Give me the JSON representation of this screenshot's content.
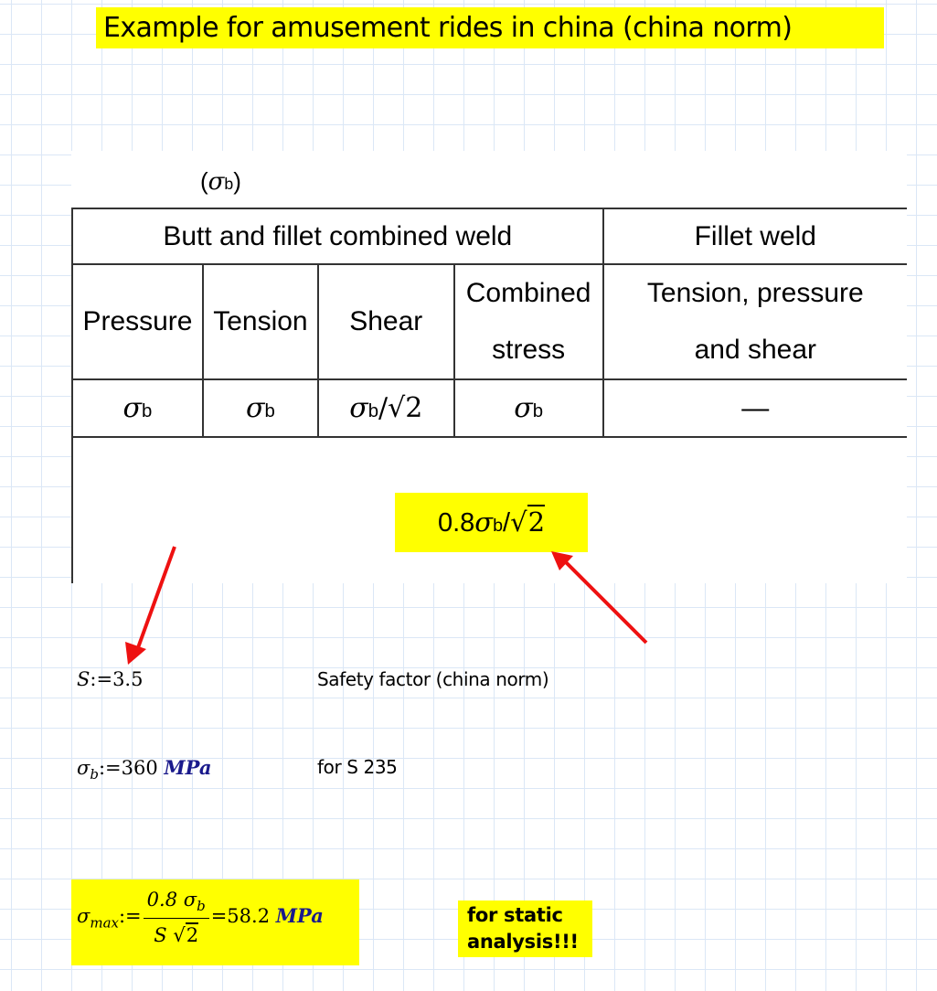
{
  "title": "Example for amusement rides in china (china norm)",
  "table_image": {
    "caption": {
      "symbol": "σ",
      "subscript": "b",
      "text": "(σb)"
    },
    "group_headers": [
      {
        "label": "Butt and fillet combined weld",
        "colspan": 4
      },
      {
        "label": "Fillet weld",
        "colspan": 1
      }
    ],
    "column_headers": [
      {
        "line1": "Pressure",
        "line2": ""
      },
      {
        "line1": "Tension",
        "line2": ""
      },
      {
        "line1": "Shear",
        "line2": ""
      },
      {
        "line1": "Combined",
        "line2": "stress"
      },
      {
        "line1": "Tension, pressure",
        "line2": "and shear"
      }
    ],
    "values": [
      {
        "symbol": "σ",
        "sub": "b",
        "suffix": ""
      },
      {
        "symbol": "σ",
        "sub": "b",
        "suffix": ""
      },
      {
        "symbol": "σ",
        "sub": "b",
        "suffix": "/√2"
      },
      {
        "symbol": "σ",
        "sub": "b",
        "suffix": ""
      },
      {
        "dash": "—"
      }
    ],
    "highlighted_formula": {
      "prefix": "0.8",
      "symbol": "σ",
      "sub": "b",
      "suffix": "/",
      "radical": "2"
    }
  },
  "definitions": [
    {
      "lhs": "S",
      "assign": ":=",
      "value": "3.5",
      "unit": "",
      "note": "Safety factor (china norm)"
    },
    {
      "lhs": "σ",
      "lhs_sub": "b",
      "assign": ":=",
      "value": "360",
      "unit": "MPa",
      "note": "for S 235"
    }
  ],
  "result": {
    "lhs": "σ",
    "lhs_sub": "max",
    "assign": ":=",
    "numerator": "0.8 σ",
    "numerator_sub": "b",
    "denominator": "S",
    "denominator_radical": "2",
    "equals": "=",
    "value": "58.2",
    "unit": "MPa"
  },
  "callout": {
    "line1": "for static",
    "line2": "analysis!!!"
  },
  "colors": {
    "highlight": "#ffff00",
    "arrow": "#ee1111",
    "unit": "#1a1a8c",
    "grid": "#dbe7f6"
  }
}
